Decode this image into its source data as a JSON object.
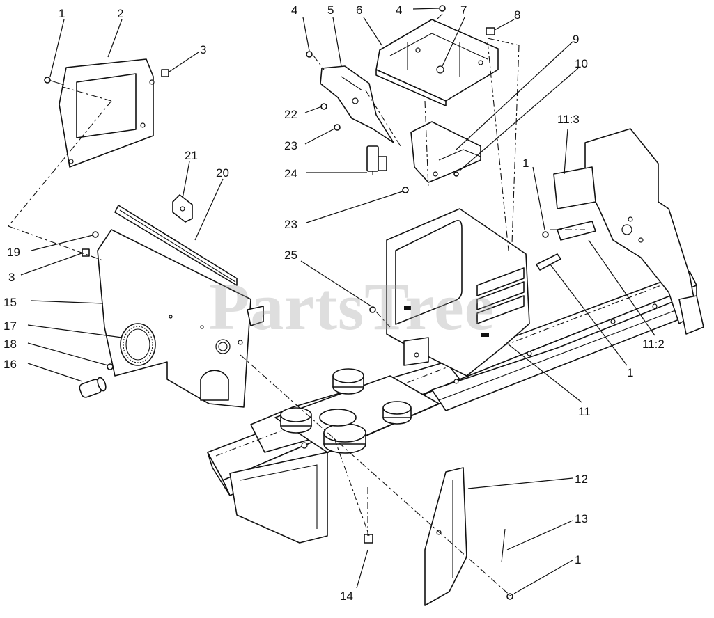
{
  "diagram": {
    "watermark": "PartsTree",
    "callouts": {
      "c1a": "1",
      "c2": "2",
      "c3a": "3",
      "c4a": "4",
      "c5": "5",
      "c6": "6",
      "c4b": "4",
      "c7": "7",
      "c8": "8",
      "c9": "9",
      "c10": "10",
      "c11_3": "11:3",
      "c21": "21",
      "c20": "20",
      "c22": "22",
      "c23a": "23",
      "c24": "24",
      "c23b": "23",
      "c1b": "1",
      "c19": "19",
      "c3b": "3",
      "c25": "25",
      "c15": "15",
      "c17": "17",
      "c18": "18",
      "c16": "16",
      "c11_2": "11:2",
      "c1c": "1",
      "c11": "11",
      "c12": "12",
      "c13": "13",
      "c1d": "1",
      "c14": "14"
    }
  }
}
